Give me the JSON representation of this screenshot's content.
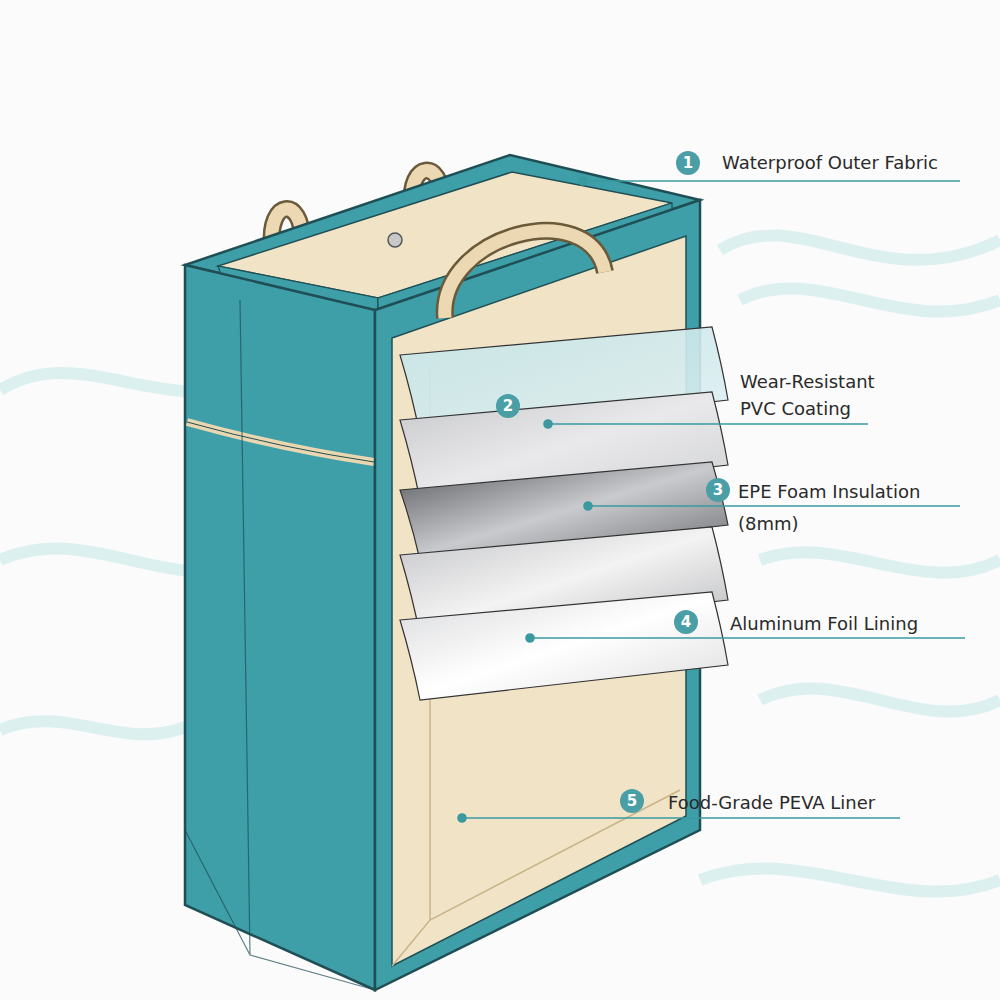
{
  "diagram": {
    "labels": [
      "1",
      "Waterproof Outer Fabric",
      "2",
      "Wear-Resistant PVC Coating",
      "3",
      "EPE Foam Insulation (8mm)",
      "4",
      "Aluminum Foil Lining",
      "5",
      "Food-Grade PEVA Liner"
    ]
  }
}
